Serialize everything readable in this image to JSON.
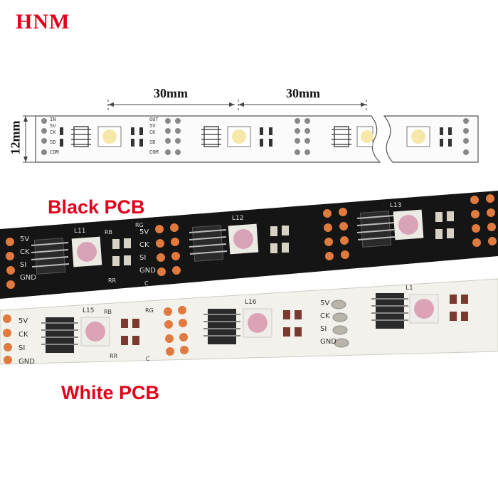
{
  "brand": {
    "name": "HNM",
    "color": "#e3001b"
  },
  "diagram": {
    "segment_length_1": "30mm",
    "segment_length_2": "30mm",
    "strip_width": "12mm",
    "left_pads": [
      "IN",
      "5V",
      "CK",
      "SD",
      "COM"
    ],
    "right_pads": [
      "OUT",
      "5V",
      "CK",
      "SD",
      "COM"
    ]
  },
  "black_strip": {
    "caption": "Black PCB",
    "led_labels": [
      "L11",
      "L12",
      "L13"
    ],
    "pad_labels": [
      "5V",
      "CK",
      "SI",
      "GND"
    ],
    "component_labels": [
      "RB",
      "RG",
      "RR",
      "C"
    ]
  },
  "white_strip": {
    "caption": "White PCB",
    "led_labels": [
      "L15",
      "L16",
      "L1"
    ],
    "pad_labels": [
      "5V",
      "CK",
      "SI",
      "GND"
    ],
    "component_labels": [
      "RB",
      "RG",
      "RR",
      "C"
    ]
  },
  "colors": {
    "accent_red": "#e3001b",
    "black_pcb": "#141414",
    "white_pcb": "#f4f2ee",
    "copper": "#e0763a"
  }
}
